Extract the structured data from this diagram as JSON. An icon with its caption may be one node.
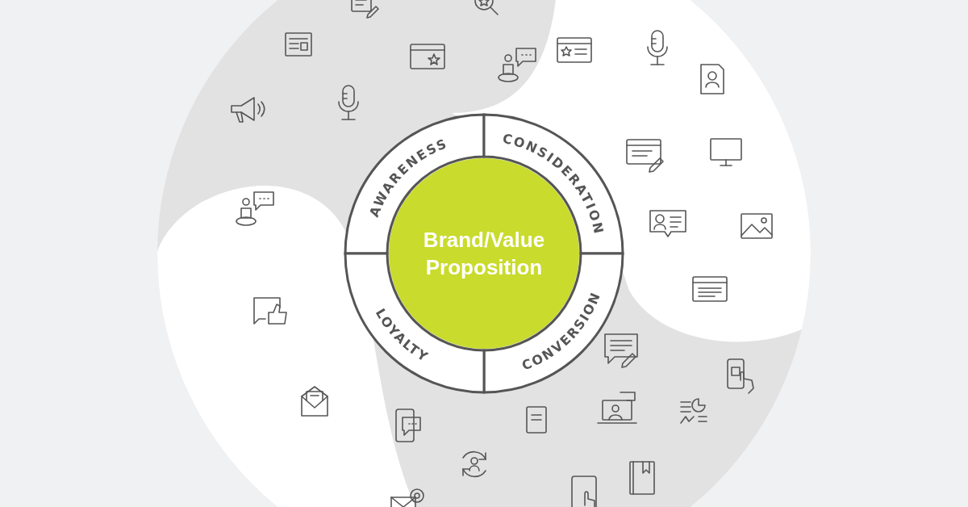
{
  "diagram": {
    "nodes": [
      {
        "text": [
          "Brand/Value Proposition"
        ]
      },
      {
        "text": [
          "AWARENESS"
        ]
      },
      {
        "text": [
          "CONSIDERATION"
        ]
      },
      {
        "text": [
          "CONVERSION"
        ]
      },
      {
        "text": [
          "LOYALTY"
        ]
      }
    ]
  }
}
